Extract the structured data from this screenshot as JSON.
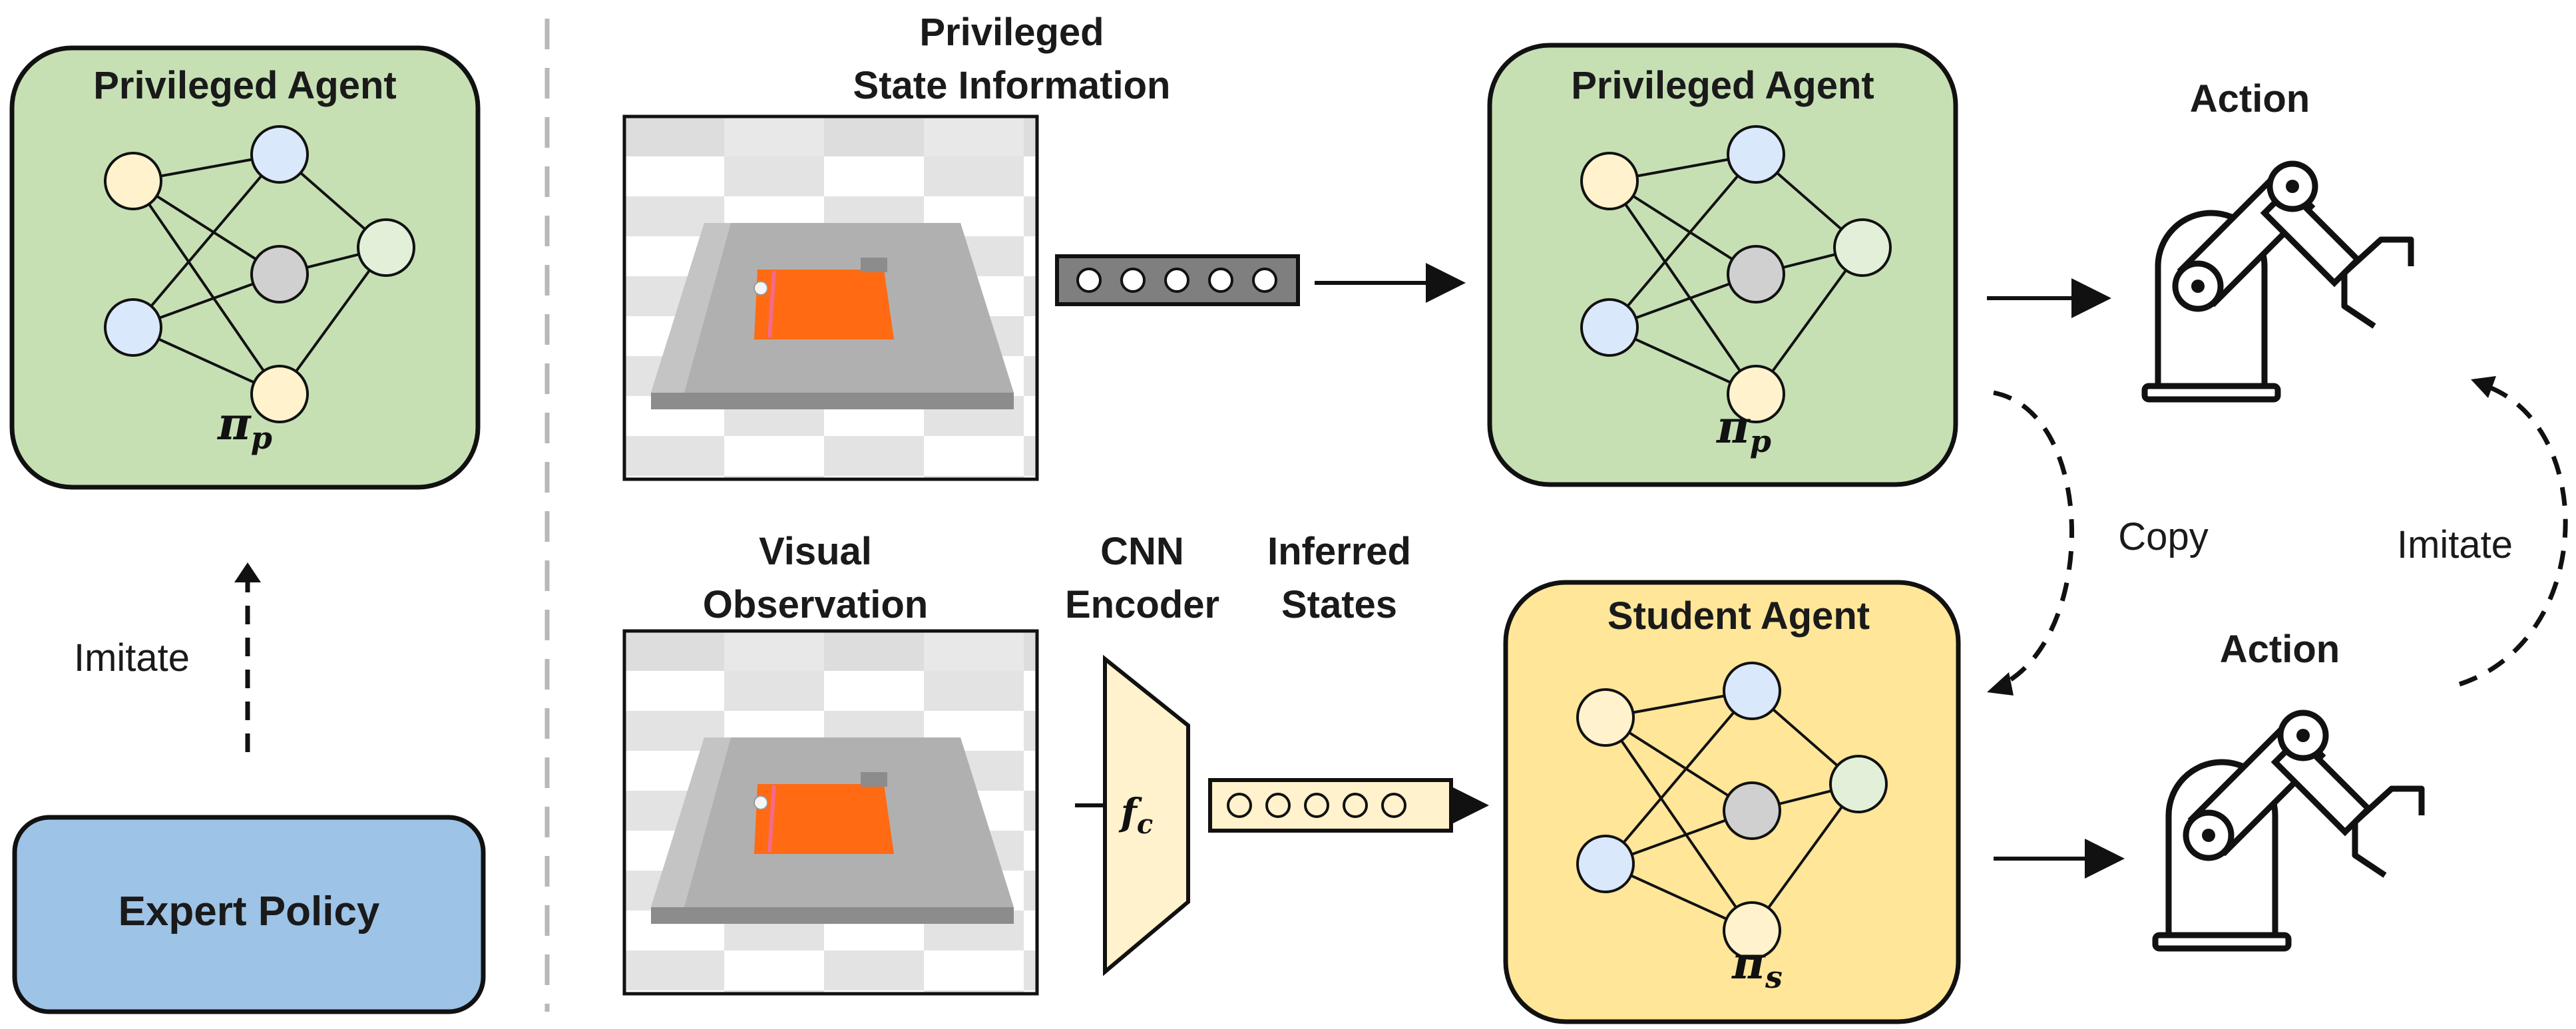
{
  "left_panel": {
    "privileged_agent_title": "Privileged Agent",
    "privileged_policy_base": "π",
    "privileged_policy_sub": "p",
    "imitate_label": "Imitate",
    "expert_policy_label": "Expert Policy"
  },
  "top_row": {
    "state_info_line1": "Privileged",
    "state_info_line2": "State Information",
    "privileged_agent_title": "Privileged Agent",
    "policy_base": "π",
    "policy_sub": "p",
    "action_label": "Action"
  },
  "bottom_row": {
    "visual_obs_line1": "Visual",
    "visual_obs_line2": "Observation",
    "cnn_line1": "CNN",
    "cnn_line2": "Encoder",
    "encoder_base": "f",
    "encoder_sub": "c",
    "inferred_line1": "Inferred",
    "inferred_line2": "States",
    "student_agent_title": "Student Agent",
    "policy_base": "π",
    "policy_sub": "s",
    "action_label": "Action"
  },
  "right_side": {
    "copy_label": "Copy",
    "imitate_label": "Imitate"
  },
  "colors": {
    "privileged_fill": "#c6e0b4",
    "student_fill": "#ffe699",
    "expert_fill": "#9dc3e6",
    "node_yellow": "#fff2cc",
    "node_blue": "#dae8fc",
    "node_gray": "#d0d0d0",
    "node_green": "#e2f0d9",
    "scene_orange": "#ff6a13"
  }
}
